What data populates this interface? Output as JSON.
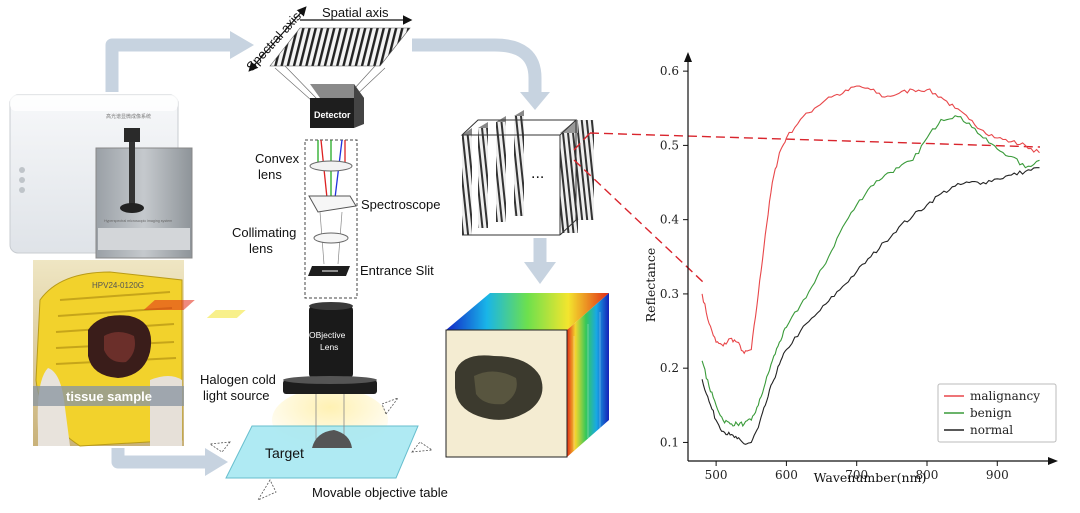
{
  "device": {
    "panel_text_1": "高光谱显微成像系统",
    "panel_text_2": "Hyperspectral microscopic imaging system"
  },
  "photo": {
    "caption": "tissue sample",
    "cassette_print": "HPV24-0120G"
  },
  "optics": {
    "spatial_axis": "Spatial axis",
    "spectral_axis": "Spectral axis",
    "detector": "Detector",
    "convex_lens_1": "Convex",
    "convex_lens_2": "lens",
    "spectroscope": "Spectroscope",
    "collimating_1": "Collimating",
    "collimating_2": "lens",
    "entrance_slit": "Entrance Slit",
    "objective_1": "OBjective",
    "objective_2": "Lens",
    "halogen_1": "Halogen cold",
    "halogen_2": "light source",
    "target": "Target",
    "movable_table": "Movable objective table"
  },
  "cube": {
    "ellipsis": "..."
  },
  "colors": {
    "arrow": "#c7d3e0",
    "malignancy": "#e8474a",
    "benign": "#3a9b3a",
    "normal": "#222222",
    "dash": "#d9252d",
    "table": "#a7e8f2"
  },
  "chart_data": {
    "type": "line",
    "title": "",
    "xlabel": "Wavenumber(nm)",
    "ylabel": "Reflectance",
    "xlim": [
      460,
      975
    ],
    "ylim": [
      0.075,
      0.615
    ],
    "xticks": [
      500,
      600,
      700,
      800,
      900
    ],
    "yticks": [
      0.1,
      0.2,
      0.3,
      0.4,
      0.5,
      0.6
    ],
    "legend_position": "lower-right",
    "grid": false,
    "series": [
      {
        "name": "malignancy",
        "color": "#e8474a",
        "x": [
          480,
          490,
          500,
          510,
          520,
          530,
          540,
          550,
          560,
          570,
          580,
          590,
          600,
          620,
          640,
          660,
          680,
          700,
          720,
          740,
          760,
          780,
          800,
          820,
          840,
          860,
          880,
          900,
          920,
          940,
          960
        ],
        "y": [
          0.3,
          0.26,
          0.235,
          0.23,
          0.24,
          0.235,
          0.22,
          0.225,
          0.3,
          0.38,
          0.45,
          0.49,
          0.51,
          0.535,
          0.55,
          0.565,
          0.57,
          0.58,
          0.575,
          0.565,
          0.57,
          0.575,
          0.575,
          0.565,
          0.55,
          0.535,
          0.52,
          0.51,
          0.505,
          0.5,
          0.49
        ]
      },
      {
        "name": "benign",
        "color": "#3a9b3a",
        "x": [
          480,
          490,
          500,
          510,
          520,
          530,
          540,
          550,
          560,
          570,
          580,
          590,
          600,
          620,
          640,
          660,
          680,
          700,
          720,
          740,
          760,
          780,
          800,
          820,
          840,
          860,
          880,
          900,
          920,
          940,
          960
        ],
        "y": [
          0.21,
          0.175,
          0.15,
          0.13,
          0.125,
          0.125,
          0.125,
          0.13,
          0.15,
          0.18,
          0.21,
          0.235,
          0.255,
          0.285,
          0.315,
          0.35,
          0.39,
          0.42,
          0.445,
          0.46,
          0.47,
          0.48,
          0.51,
          0.535,
          0.54,
          0.53,
          0.51,
          0.495,
          0.485,
          0.47,
          0.48
        ]
      },
      {
        "name": "normal",
        "color": "#222222",
        "x": [
          480,
          490,
          500,
          510,
          520,
          530,
          540,
          550,
          560,
          570,
          580,
          590,
          600,
          620,
          640,
          660,
          680,
          700,
          720,
          740,
          760,
          780,
          800,
          820,
          840,
          860,
          880,
          900,
          920,
          940,
          960
        ],
        "y": [
          0.185,
          0.155,
          0.13,
          0.115,
          0.11,
          0.105,
          0.098,
          0.1,
          0.12,
          0.15,
          0.18,
          0.205,
          0.225,
          0.25,
          0.27,
          0.29,
          0.31,
          0.33,
          0.35,
          0.37,
          0.39,
          0.405,
          0.42,
          0.435,
          0.445,
          0.45,
          0.45,
          0.455,
          0.46,
          0.465,
          0.47
        ]
      }
    ]
  }
}
